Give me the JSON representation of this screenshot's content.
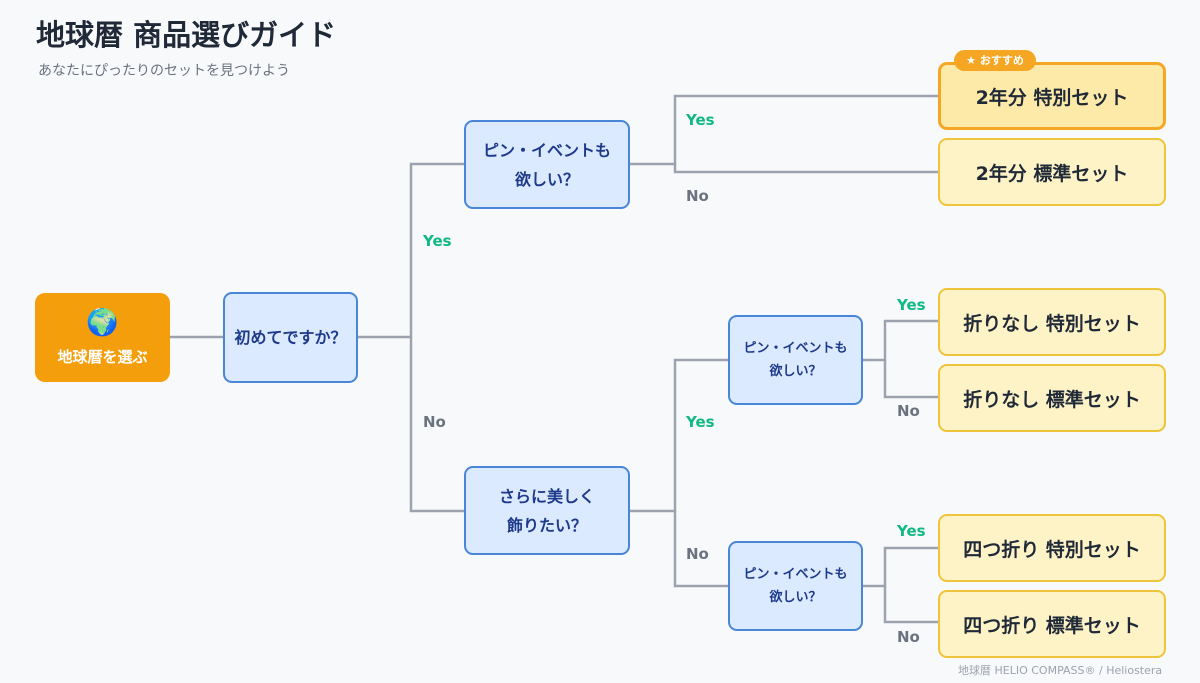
{
  "header": {
    "title": "地球暦 商品選びガイド",
    "subtitle": "あなたにぴったりのセットを見つけよう"
  },
  "start": {
    "icon": "globe-emoji",
    "glyph": "🌍",
    "label": "地球暦を選ぶ"
  },
  "questions": {
    "q1": "初めてですか？",
    "q2_line1": "ピン・イベントも",
    "q2_line2": "欲しい？",
    "q3_line1": "さらに美しく",
    "q3_line2": "飾りたい？",
    "q4_line1": "ピン・イベントも",
    "q4_line2": "欲しい？",
    "q5_line1": "ピン・イベントも",
    "q5_line2": "欲しい？"
  },
  "branch_labels": {
    "yes": "Yes",
    "no": "No"
  },
  "results": {
    "r1": "2年分 特別セット",
    "r2": "2年分 標準セット",
    "r3": "折りなし 特別セット",
    "r4": "折りなし 標準セット",
    "r5": "四つ折り 特別セット",
    "r6": "四つ折り 標準セット"
  },
  "badge": {
    "label": "★ おすすめ"
  },
  "footer": "地球暦 HELIO COMPASS® / Heliostera",
  "colors": {
    "start": "#f59e0b",
    "question_fill": "#dbeafe",
    "question_border": "#4a86d8",
    "result_fill": "#fef3c7",
    "result_border": "#f0c43a",
    "recommended_border": "#f5a623",
    "yes": "#10b981",
    "no": "#6b7280",
    "connector": "#9ca3af"
  }
}
